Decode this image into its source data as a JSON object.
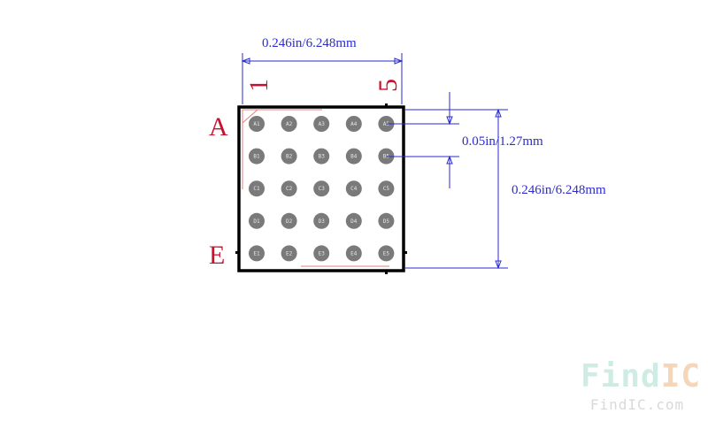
{
  "drawing": {
    "grid": {
      "rows": [
        "A",
        "B",
        "C",
        "D",
        "E"
      ],
      "columns": [
        "1",
        "2",
        "3",
        "4",
        "5"
      ]
    },
    "labels": {
      "first_row": "A",
      "last_row": "E",
      "first_column": "1",
      "last_column": "5"
    },
    "dimensions": {
      "width": "0.246in/6.248mm",
      "pitch": "0.05in/1.27mm",
      "height": "0.246in/6.248mm"
    },
    "colors": {
      "outline": "#000000",
      "dimension": "#2b2bd0",
      "label": "#c8102e",
      "ball": "#7a7a7a",
      "pin1_marker": "#e08080"
    }
  },
  "watermark": {
    "brand_find": "Find",
    "brand_ic": "IC",
    "site": "FindIC.com"
  }
}
